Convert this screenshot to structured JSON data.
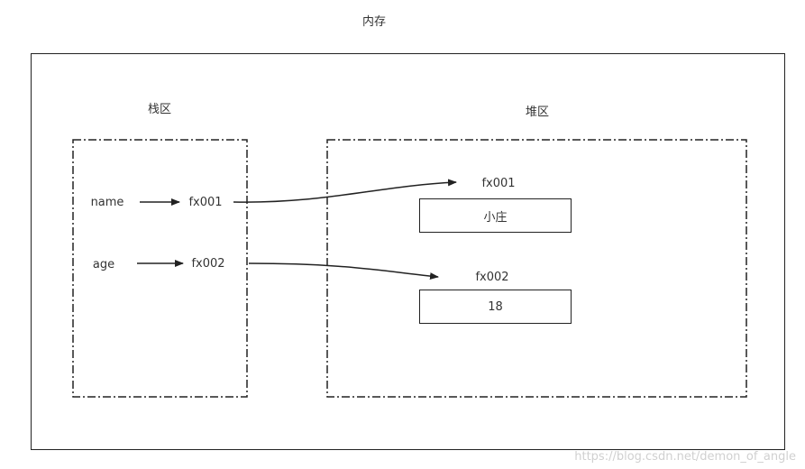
{
  "diagram": {
    "title": "内存",
    "stack": {
      "label": "栈区",
      "rows": [
        {
          "var": "name",
          "addr": "fx001"
        },
        {
          "var": "age",
          "addr": "fx002"
        }
      ]
    },
    "heap": {
      "label": "堆区",
      "objects": [
        {
          "addr": "fx001",
          "value": "小庄"
        },
        {
          "addr": "fx002",
          "value": "18"
        }
      ]
    },
    "watermark": "https://blog.csdn.net/demon_of_angle"
  }
}
